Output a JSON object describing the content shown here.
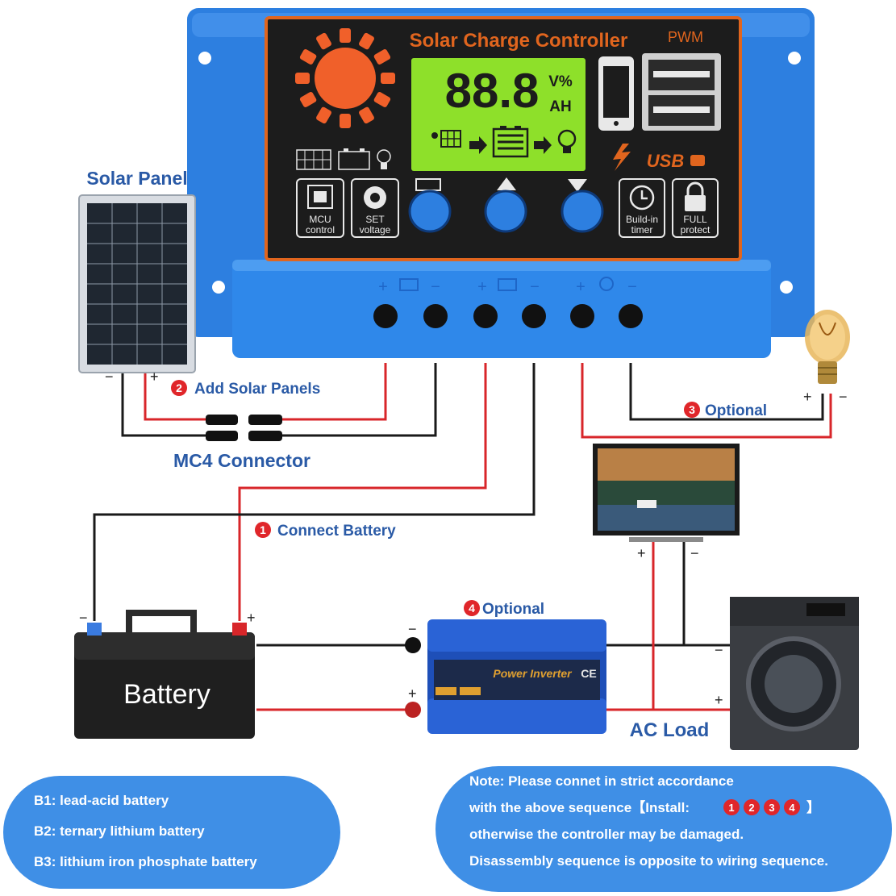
{
  "controller": {
    "title": "Solar Charge Controller",
    "mode": "PWM",
    "lcd_digits": "88.8",
    "lcd_unit_top": "V%",
    "lcd_unit_bottom": "AH",
    "usb_label": "USB",
    "features": [
      {
        "line1": "MCU",
        "line2": "control",
        "icon": "chip-icon"
      },
      {
        "line1": "SET",
        "line2": "voltage",
        "icon": "gear-icon"
      },
      {
        "line1": "Build-in",
        "line2": "timer",
        "icon": "clock-icon"
      },
      {
        "line1": "FULL",
        "line2": "protect",
        "icon": "lock-icon"
      }
    ],
    "buttons": [
      "menu-button",
      "up-button",
      "down-button"
    ]
  },
  "labels": {
    "solar_panel": "Solar Panel",
    "mc4": "MC4 Connector",
    "battery": "Battery",
    "ac_load": "AC Load",
    "inverter": "Power Inverter",
    "inverter_ce": "CE"
  },
  "steps": {
    "s1": {
      "num": "1",
      "text": "Connect Battery"
    },
    "s2": {
      "num": "2",
      "text": "Add Solar Panels"
    },
    "s3": {
      "num": "3",
      "text": "Optional"
    },
    "s4": {
      "num": "4",
      "text": "Optional"
    }
  },
  "polarity": {
    "plus": "+",
    "minus": "−"
  },
  "battery_types": [
    "B1: lead-acid battery",
    "B2: ternary lithium battery",
    "B3: lithium iron phosphate battery"
  ],
  "note": {
    "line1": "Note: Please connet in strict accordance",
    "line2_prefix": "with the above sequence【Install:",
    "line2_suffix": "】",
    "sequence": [
      "1",
      "2",
      "3",
      "4"
    ],
    "line3": "otherwise the controller may be damaged.",
    "line4": "Disassembly sequence is opposite to wiring sequence."
  },
  "colors": {
    "controller_blue": "#2d7fe0",
    "panel_dark": "#1c1c1c",
    "panel_border": "#e0651e",
    "lcd_green": "#8ee02a",
    "title_orange": "#e0651e",
    "wire_red": "#d8262a",
    "wire_black": "#1a1a1a",
    "label_blue": "#2a5aa6",
    "step_red": "#e0262a",
    "oval_blue": "#3f8fe6"
  }
}
